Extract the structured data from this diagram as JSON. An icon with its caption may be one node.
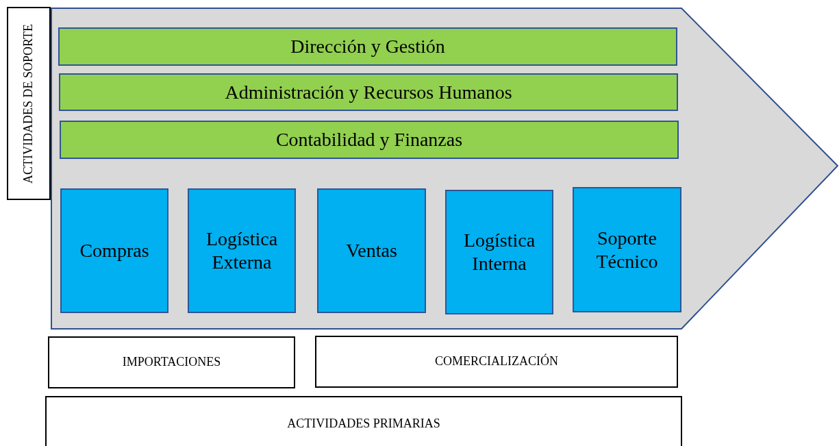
{
  "diagram": {
    "nodes": [
      {
        "text": [
          "ACTIVIDADES DE SOPORTE"
        ]
      },
      {
        "text": [
          "Dirección y Gestión"
        ]
      },
      {
        "text": [
          "Administración y Recursos Humanos"
        ]
      },
      {
        "text": [
          "Contabilidad y Finanzas"
        ]
      },
      {
        "text": [
          "Compras"
        ]
      },
      {
        "text": [
          "Logística Externa"
        ]
      },
      {
        "text": [
          "Ventas"
        ]
      },
      {
        "text": [
          "Logística Interna"
        ]
      },
      {
        "text": [
          "Soporte Técnico"
        ]
      },
      {
        "text": [
          "IMPORTACIONES"
        ]
      },
      {
        "text": [
          "COMERCIALIZACIÓN"
        ]
      },
      {
        "text": [
          "ACTIVIDADES PRIMARIAS"
        ]
      }
    ]
  }
}
